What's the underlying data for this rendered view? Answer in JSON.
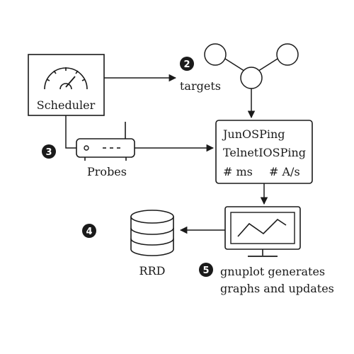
{
  "diagram": {
    "scheduler": {
      "label": "Scheduler"
    },
    "probes": {
      "label": "Probes"
    },
    "targets": {
      "label": "targets"
    },
    "probe_box": {
      "line1": "JunOSPing",
      "line2": "TelnetIOSPing",
      "metric_ms": "# ms",
      "metric_as": "# A/s"
    },
    "rrd": {
      "label": "RRD"
    },
    "gnuplot": {
      "line1": "gnuplot generates",
      "line2": "graphs and updates"
    },
    "steps": {
      "s2": "2",
      "s3": "3",
      "s4": "4",
      "s5": "5"
    }
  },
  "colors": {
    "ink": "#1a1a1a",
    "badge": "#1a1a1a",
    "background": "#ffffff"
  }
}
